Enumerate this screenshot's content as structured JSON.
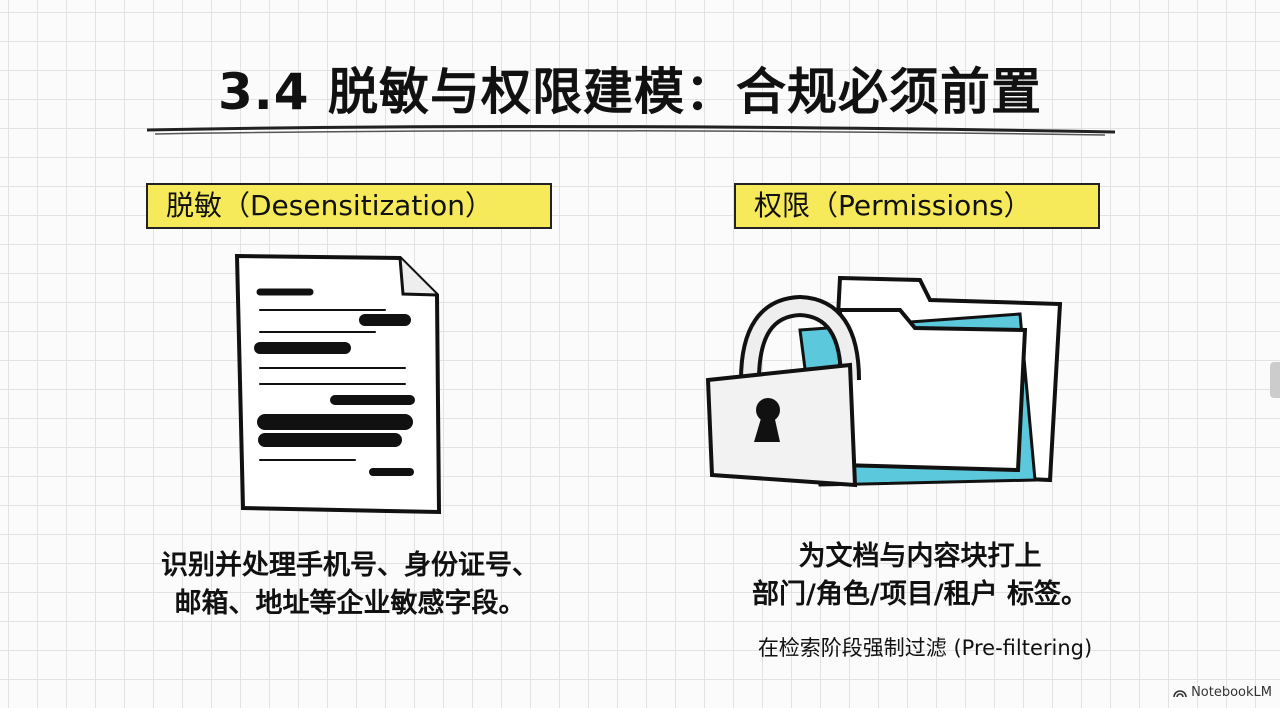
{
  "slide": {
    "title": "3.4 脱敏与权限建模：合规必须前置",
    "left": {
      "label": "脱敏（Desensitization）",
      "description_lines": [
        "识别并处理手机号、身份证号、",
        "邮箱、地址等企业敏感字段。"
      ]
    },
    "right": {
      "label": "权限（Permissions）",
      "description_lines": [
        "为文档与内容块打上",
        "部门/角色/项目/租户 标签。"
      ],
      "subtext": "在检索阶段强制过滤 (Pre-filtering)"
    },
    "branding": "NotebookLM",
    "colors": {
      "highlight": "#f6ea5a",
      "folder_accent": "#5cc8dc"
    }
  }
}
